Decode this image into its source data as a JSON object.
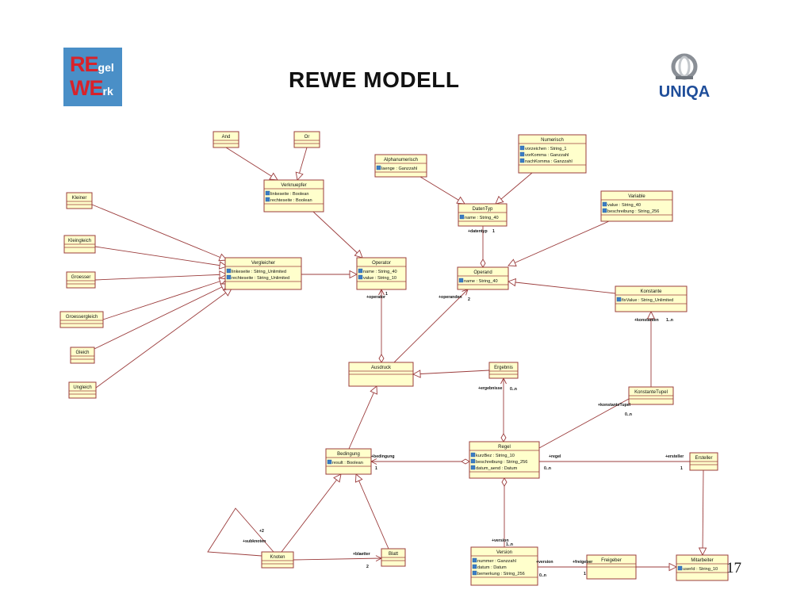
{
  "header": {
    "title": "REWE MODELL",
    "logo_left": {
      "line1_big": "RE",
      "line1_small": "gel",
      "line2_big": "WE",
      "line2_small": "rk"
    },
    "logo_right": "UNIQA"
  },
  "page_number": "17",
  "colors": {
    "class_fill": "#ffffcc",
    "class_border": "#9b3c3c",
    "line": "#9b3c3c",
    "logo_bg": "#4a8fc7",
    "logo_red": "#d8222a",
    "uniqa_blue": "#1f4e9a"
  },
  "classes": [
    {
      "id": "and",
      "name": "And",
      "attrs": []
    },
    {
      "id": "or",
      "name": "Or",
      "attrs": []
    },
    {
      "id": "verknuepfer",
      "name": "Verknuepfer",
      "attrs": [
        "linkeseite : Boolean",
        "rechteseite : Boolean"
      ]
    },
    {
      "id": "alphanumerisch",
      "name": "Alphanumerisch",
      "attrs": [
        "laenge : Ganzzahl"
      ]
    },
    {
      "id": "numerisch",
      "name": "Numerisch",
      "attrs": [
        "vorzeichen : String_1",
        "vorKomma : Ganzzahl",
        "nachKomma : Ganzzahl"
      ]
    },
    {
      "id": "datentyp",
      "name": "DatenTyp",
      "attrs": [
        "name : String_40"
      ]
    },
    {
      "id": "variable",
      "name": "Variable",
      "attrs": [
        "value : String_40",
        "beschreibung : String_256"
      ]
    },
    {
      "id": "kleiner",
      "name": "Kleiner",
      "attrs": []
    },
    {
      "id": "kleingleich",
      "name": "Kleingleich",
      "attrs": []
    },
    {
      "id": "groesser",
      "name": "Groesser",
      "attrs": []
    },
    {
      "id": "groessergleich",
      "name": "Groessergleich",
      "attrs": []
    },
    {
      "id": "gleich",
      "name": "Gleich",
      "attrs": []
    },
    {
      "id": "ungleich",
      "name": "Ungleich",
      "attrs": []
    },
    {
      "id": "vergleicher",
      "name": "Vergleicher",
      "attrs": [
        "linkeseite : String_Unlimited",
        "rechteseite : String_Unlimited"
      ]
    },
    {
      "id": "operator",
      "name": "Operator",
      "attrs": [
        "name : String_40",
        "value : String_10"
      ]
    },
    {
      "id": "operand",
      "name": "Operand",
      "attrs": [
        "name : String_40"
      ]
    },
    {
      "id": "konstante",
      "name": "Konstante",
      "attrs": [
        "fixValue : String_Unlimited"
      ]
    },
    {
      "id": "ausdruck",
      "name": "Ausdruck",
      "attrs": []
    },
    {
      "id": "ergebnis",
      "name": "Ergebnis",
      "attrs": []
    },
    {
      "id": "konstantetupel",
      "name": "KonstanteTupel",
      "attrs": []
    },
    {
      "id": "bedingung",
      "name": "Bedingung",
      "attrs": [
        "result : Boolean"
      ]
    },
    {
      "id": "regel",
      "name": "Regel",
      "attrs": [
        "kurzBez : String_10",
        "beschreibung : String_256",
        "datum_aend : Datum"
      ]
    },
    {
      "id": "ersteller",
      "name": "Ersteller",
      "attrs": []
    },
    {
      "id": "knoten",
      "name": "Knoten",
      "attrs": []
    },
    {
      "id": "blatt",
      "name": "Blatt",
      "attrs": []
    },
    {
      "id": "version",
      "name": "Version",
      "attrs": [
        "nummer : Ganzzahl",
        "datum : Datum",
        "bemerkung : String_256"
      ]
    },
    {
      "id": "freigeber",
      "name": "Freigeber",
      "attrs": []
    },
    {
      "id": "mitarbeiter",
      "name": "Mitarbeiter",
      "attrs": [
        "userId : String_10"
      ]
    }
  ],
  "labels": [
    {
      "id": "datentyp-role",
      "text": "+datentyp"
    },
    {
      "id": "datentyp-mult",
      "text": "1"
    },
    {
      "id": "operator-role",
      "text": "+operator"
    },
    {
      "id": "operator-mult",
      "text": "1"
    },
    {
      "id": "operanden-role",
      "text": "+operanden"
    },
    {
      "id": "operanden-mult",
      "text": "2"
    },
    {
      "id": "konstanten-role",
      "text": "+konstanten"
    },
    {
      "id": "konstanten-mult",
      "text": "1..n"
    },
    {
      "id": "ergebnisse-role",
      "text": "+ergebnisse"
    },
    {
      "id": "ergebnisse-mult",
      "text": "0..n"
    },
    {
      "id": "konstantetupel-role",
      "text": "+konstanteTupel"
    },
    {
      "id": "konstantetupel-mult",
      "text": "0..n"
    },
    {
      "id": "bedingung-role",
      "text": "+bedingung"
    },
    {
      "id": "bedingung-mult",
      "text": "1"
    },
    {
      "id": "regel-role",
      "text": "+regel"
    },
    {
      "id": "regel-mult",
      "text": "0..n"
    },
    {
      "id": "ersteller-role",
      "text": "+ersteller"
    },
    {
      "id": "ersteller-mult",
      "text": "1"
    },
    {
      "id": "sub-mult",
      "text": "+2"
    },
    {
      "id": "sub-role",
      "text": "+subknoten"
    },
    {
      "id": "blaetter-role",
      "text": "+blaetter"
    },
    {
      "id": "blaetter-mult",
      "text": "2"
    },
    {
      "id": "version-role",
      "text": "+version"
    },
    {
      "id": "version-mult",
      "text": "1..n"
    },
    {
      "id": "version2-role",
      "text": "+version"
    },
    {
      "id": "version2-mult",
      "text": "0..n"
    },
    {
      "id": "freigeber-role",
      "text": "+freigeber"
    },
    {
      "id": "freigeber-mult",
      "text": "1"
    }
  ]
}
